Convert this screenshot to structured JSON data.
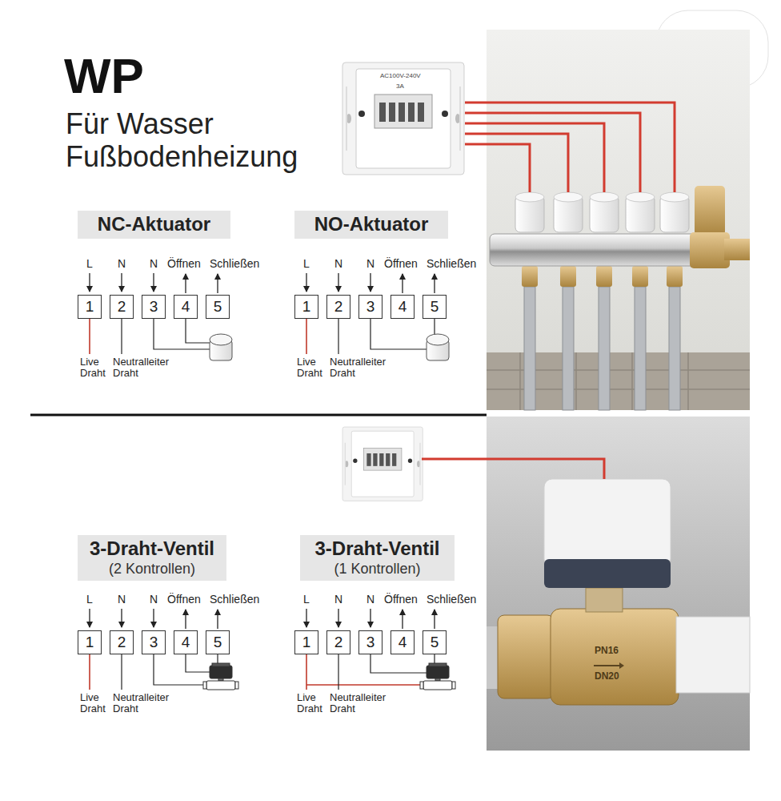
{
  "diagram": {
    "title": "WP",
    "nodes": [
      {
        "text": [
          "NC-Aktuator"
        ]
      },
      {
        "text": [
          "1"
        ]
      },
      {
        "text": [
          "2"
        ]
      },
      {
        "text": [
          "3"
        ]
      },
      {
        "text": [
          "4"
        ]
      },
      {
        "text": [
          "5"
        ]
      },
      {
        "text": [
          "NO-Aktuator"
        ]
      },
      {
        "text": [
          "1"
        ]
      },
      {
        "text": [
          "2"
        ]
      },
      {
        "text": [
          "3"
        ]
      },
      {
        "text": [
          "4"
        ]
      },
      {
        "text": [
          "5"
        ]
      },
      {
        "text": [
          "3-Draht-Ventil",
          "(2 Kontrollen)"
        ]
      },
      {
        "text": [
          "1"
        ]
      },
      {
        "text": [
          "2"
        ]
      },
      {
        "text": [
          "3"
        ]
      },
      {
        "text": [
          "4"
        ]
      },
      {
        "text": [
          "5"
        ]
      },
      {
        "text": [
          "3-Draht-Ventil",
          "(1 Kontrollen)"
        ]
      },
      {
        "text": [
          "1"
        ]
      },
      {
        "text": [
          "2"
        ]
      },
      {
        "text": [
          "3"
        ]
      },
      {
        "text": [
          "4"
        ]
      },
      {
        "text": [
          "5"
        ]
      }
    ],
    "labels": [
      "Für Wasser Fußbodenheizung",
      "AC100V-240V",
      "3A",
      "L",
      "N",
      "N",
      "Öffnen",
      "Schließen",
      "Live Draht",
      "Neutralleiter Draht",
      "L",
      "N",
      "N",
      "Öffnen",
      "Schließen",
      "Live Draht",
      "Neutralleiter Draht",
      "L",
      "N",
      "N",
      "Öffnen",
      "Schließen",
      "Live Draht",
      "Neutralleiter Draht",
      "L",
      "N",
      "N",
      "Öffnen",
      "Schließen",
      "Live Draht",
      "Neutralleiter Draht",
      "PN16",
      "DN20"
    ]
  }
}
